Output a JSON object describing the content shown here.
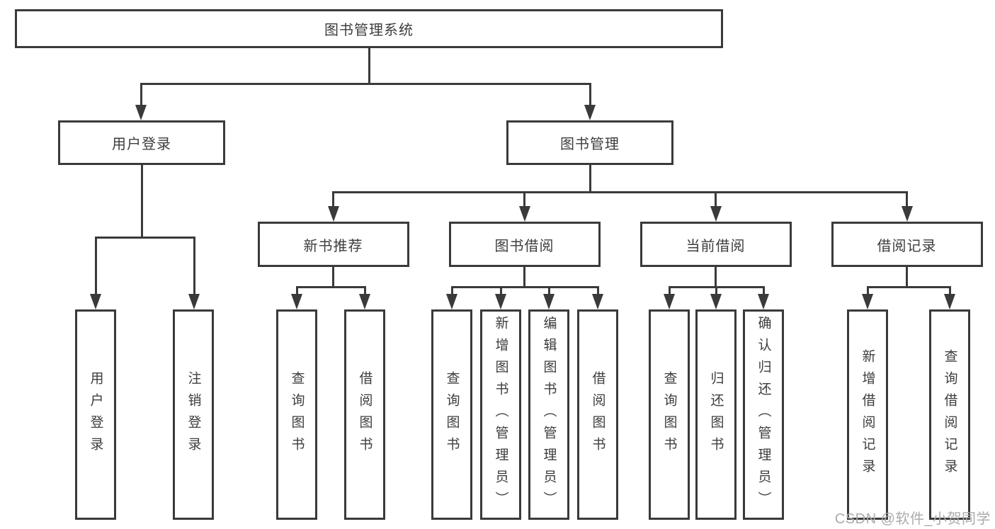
{
  "tree": {
    "root": "图书管理系统",
    "branches": [
      {
        "label": "用户登录",
        "leaves": [
          "用户登录",
          "注销登录"
        ]
      },
      {
        "label": "图书管理",
        "sections": [
          {
            "label": "新书推荐",
            "leaves": [
              "查询图书",
              "借阅图书"
            ]
          },
          {
            "label": "图书借阅",
            "leaves": [
              "查询图书",
              "新增图书（管理员）",
              "编辑图书（管理员）",
              "借阅图书"
            ]
          },
          {
            "label": "当前借阅",
            "leaves": [
              "查询图书",
              "归还图书",
              "确认归还（管理员）"
            ]
          },
          {
            "label": "借阅记录",
            "leaves": [
              "新增借阅记录",
              "查询借阅记录"
            ]
          }
        ]
      }
    ]
  },
  "watermark": {
    "text": "CSDN @软件_小贺同学"
  },
  "icons": {
    "arrowhead_down": "css-triangle-down"
  },
  "colors": {
    "line": "#3a3a3a",
    "box_border": "#3a3a3a",
    "text": "#3d3d3d",
    "background": "#ffffff",
    "watermark": "#ababab"
  }
}
